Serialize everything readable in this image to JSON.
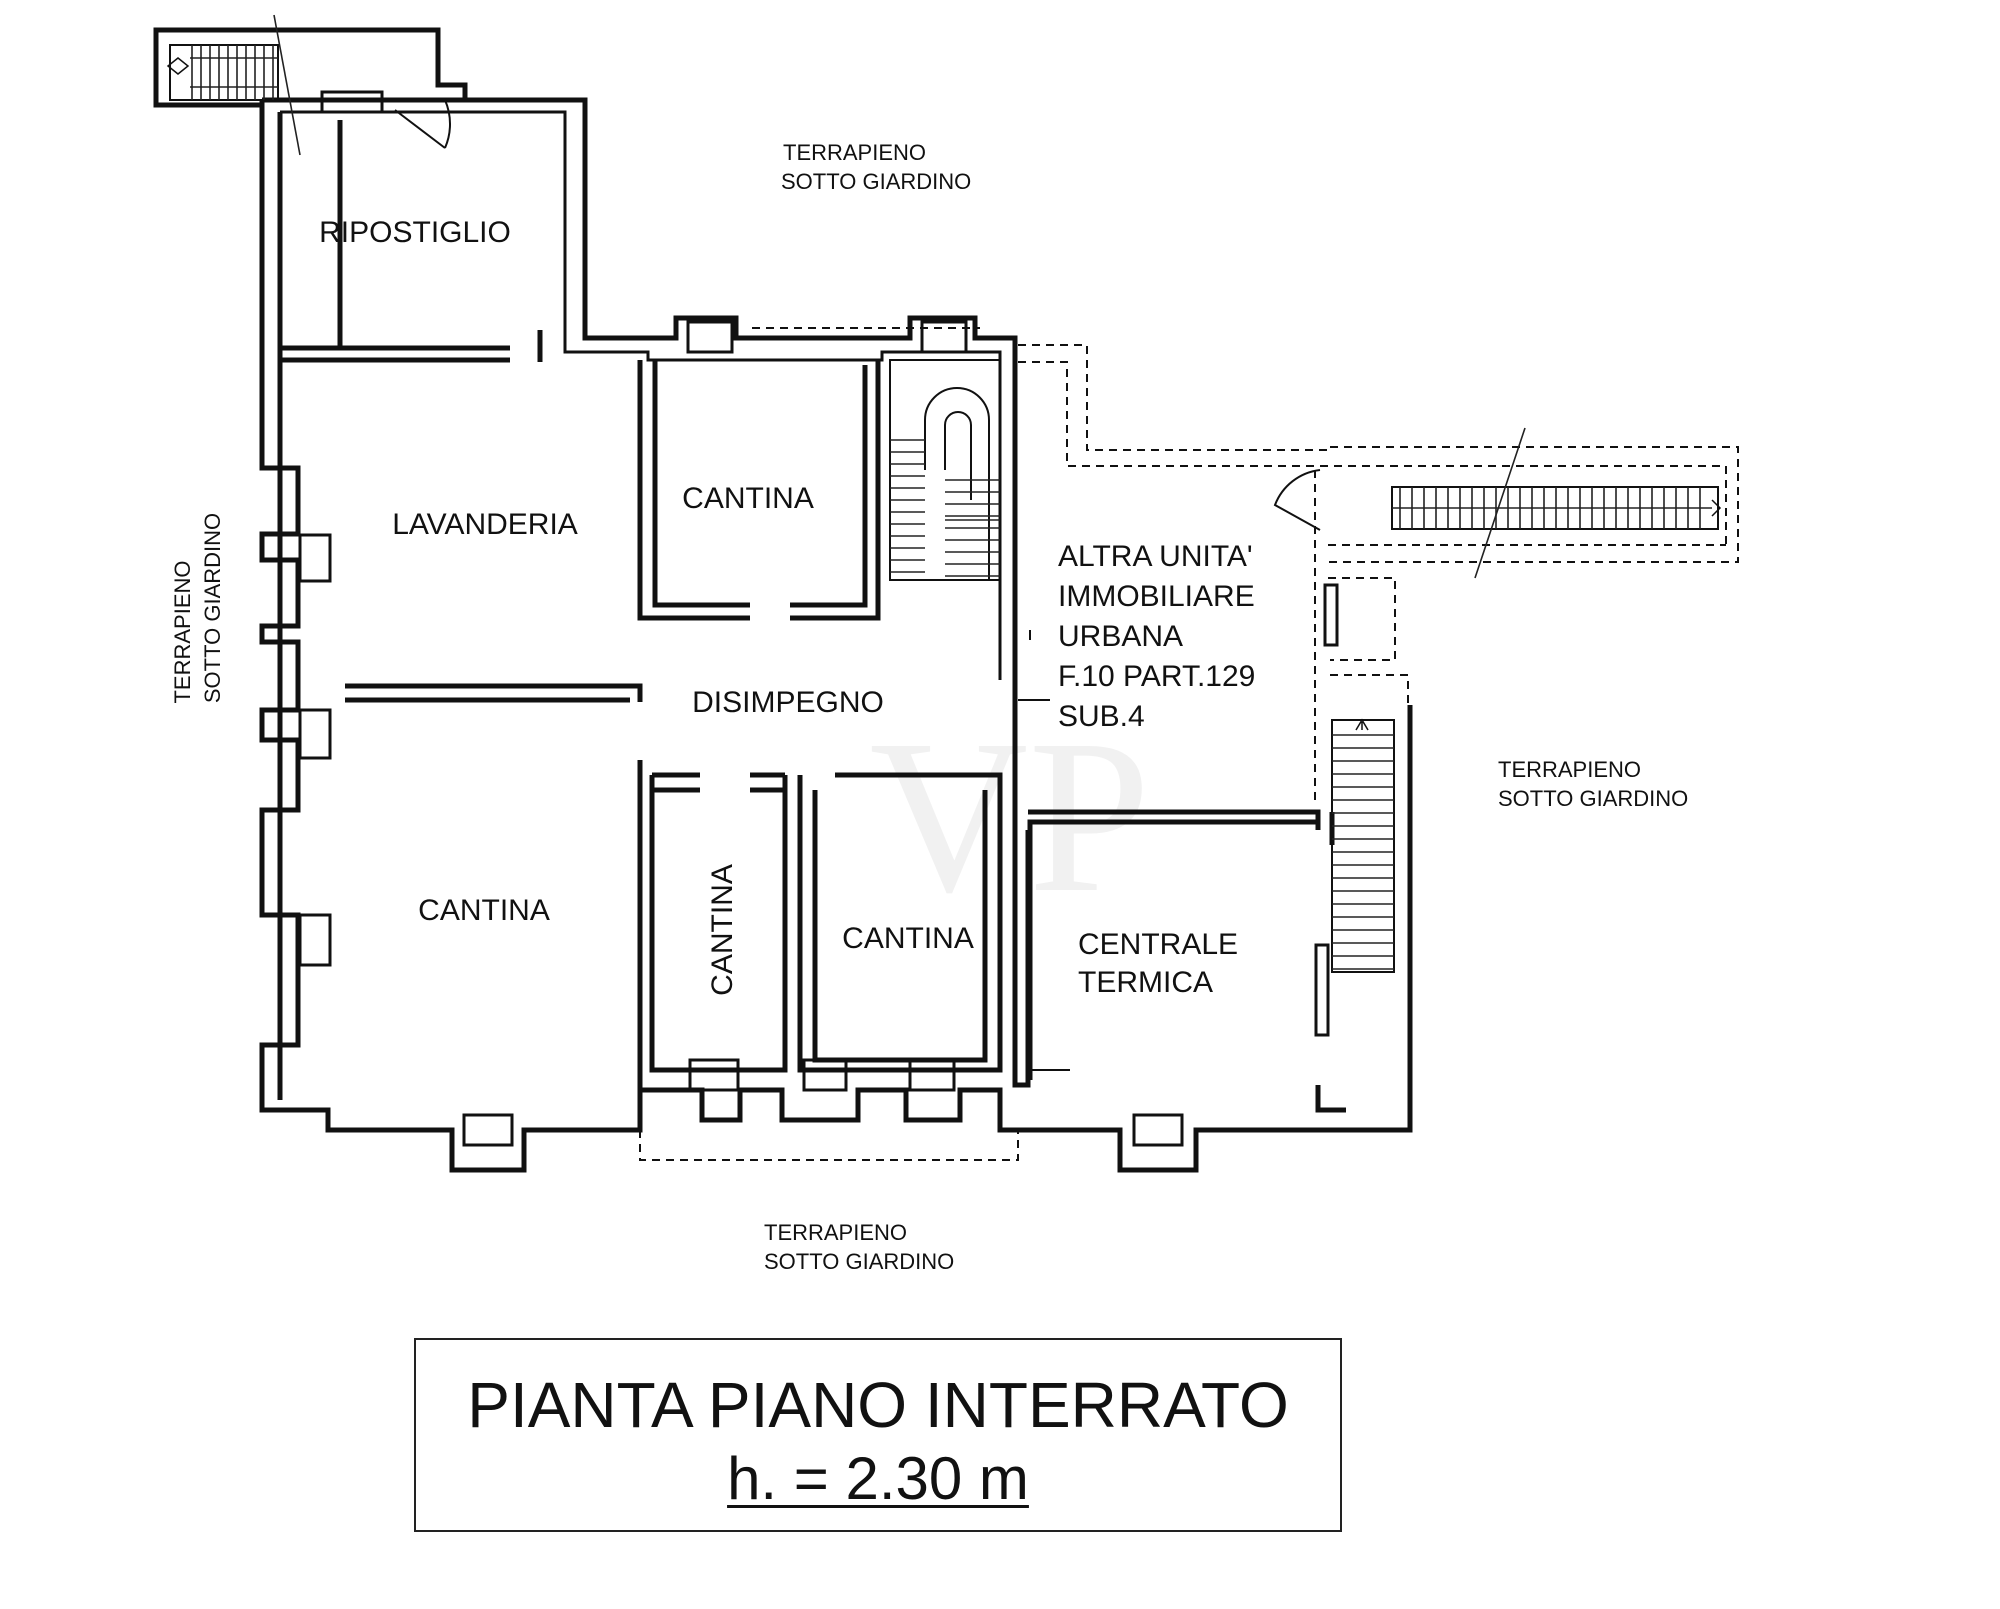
{
  "rooms": {
    "ripostiglio": "RIPOSTIGLIO",
    "lavanderia": "LAVANDERIA",
    "cantina_top": "CANTINA",
    "disimpegno": "DISIMPEGNO",
    "cantina_left": "CANTINA",
    "cantina_vertical": "CANTINA",
    "cantina_mid": "CANTINA",
    "centrale_termica": [
      "CENTRALE",
      "TERMICA"
    ]
  },
  "other_unit": [
    "ALTRA UNITA'",
    "IMMOBILIARE",
    "URBANA",
    "F.10 PART.129",
    "SUB.4"
  ],
  "surroundings": {
    "top": [
      "TERRAPIENO",
      "SOTTO GIARDINO"
    ],
    "left": [
      "TERRAPIENO",
      "SOTTO GIARDINO"
    ],
    "right": [
      "TERRAPIENO",
      "SOTTO GIARDINO"
    ],
    "bottom": [
      "TERRAPIENO",
      "SOTTO GIARDINO"
    ]
  },
  "watermark": "VP",
  "title": {
    "main": "PIANTA PIANO INTERRATO",
    "height": "h. = 2.30 m"
  }
}
